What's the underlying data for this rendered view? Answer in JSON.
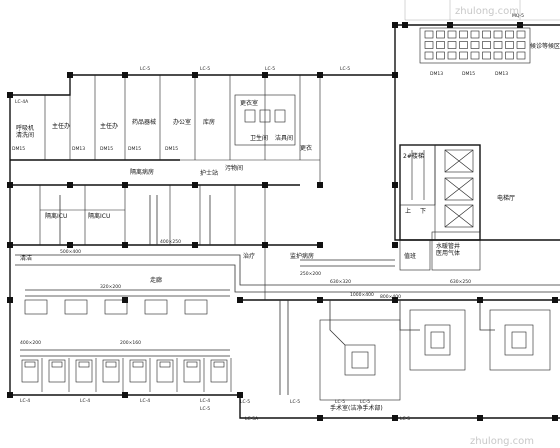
{
  "watermark": {
    "top": "zhulong.com",
    "bottom": "zhulong.com"
  },
  "top_banner": {
    "label": "MQ-5"
  },
  "rooms": {
    "r1": "呼吸机\n清洗间",
    "r2": "主任办",
    "r3": "主任办",
    "r4": "药品器械",
    "r5": "办公室",
    "r6": "库房",
    "r7": "更衣室",
    "r8": "隔离病房",
    "r9": "隔离ICU",
    "r10": "隔离ICU",
    "r11": "清洁",
    "r12": "治疗",
    "r13": "2#楼梯",
    "r14": "电梯厅",
    "r15": "值班",
    "r16": "水暖管井\n医用气体",
    "r17": "候诊等候区",
    "r18": "护士站",
    "r19": "监护病房",
    "r20": "卫生间",
    "r21": "洁具间",
    "r22": "污物间",
    "r23": "更衣",
    "r24": "走廊"
  },
  "bottom_note": "手术室(洁净手术部)",
  "lc_tags": [
    "LC-5",
    "LC-5",
    "LC-5",
    "LC-5",
    "LC-4A",
    "LC-4",
    "LC-4",
    "LC-4",
    "LC-4",
    "LC-5",
    "LC-5",
    "LC-5",
    "LC-5",
    "LC-5A",
    "LC-5",
    "LC-5"
  ],
  "stair_labels": {
    "up": "上",
    "down": "下"
  },
  "duct_sizes": [
    "500×400",
    "400×250",
    "320×200",
    "250×200",
    "630×320",
    "800×400",
    "400×200",
    "200×160",
    "1000×400",
    "630×250"
  ],
  "door_codes": [
    "DM15",
    "DM13",
    "DM15",
    "DM15",
    "DM15",
    "DM13",
    "DM15",
    "DM13"
  ]
}
